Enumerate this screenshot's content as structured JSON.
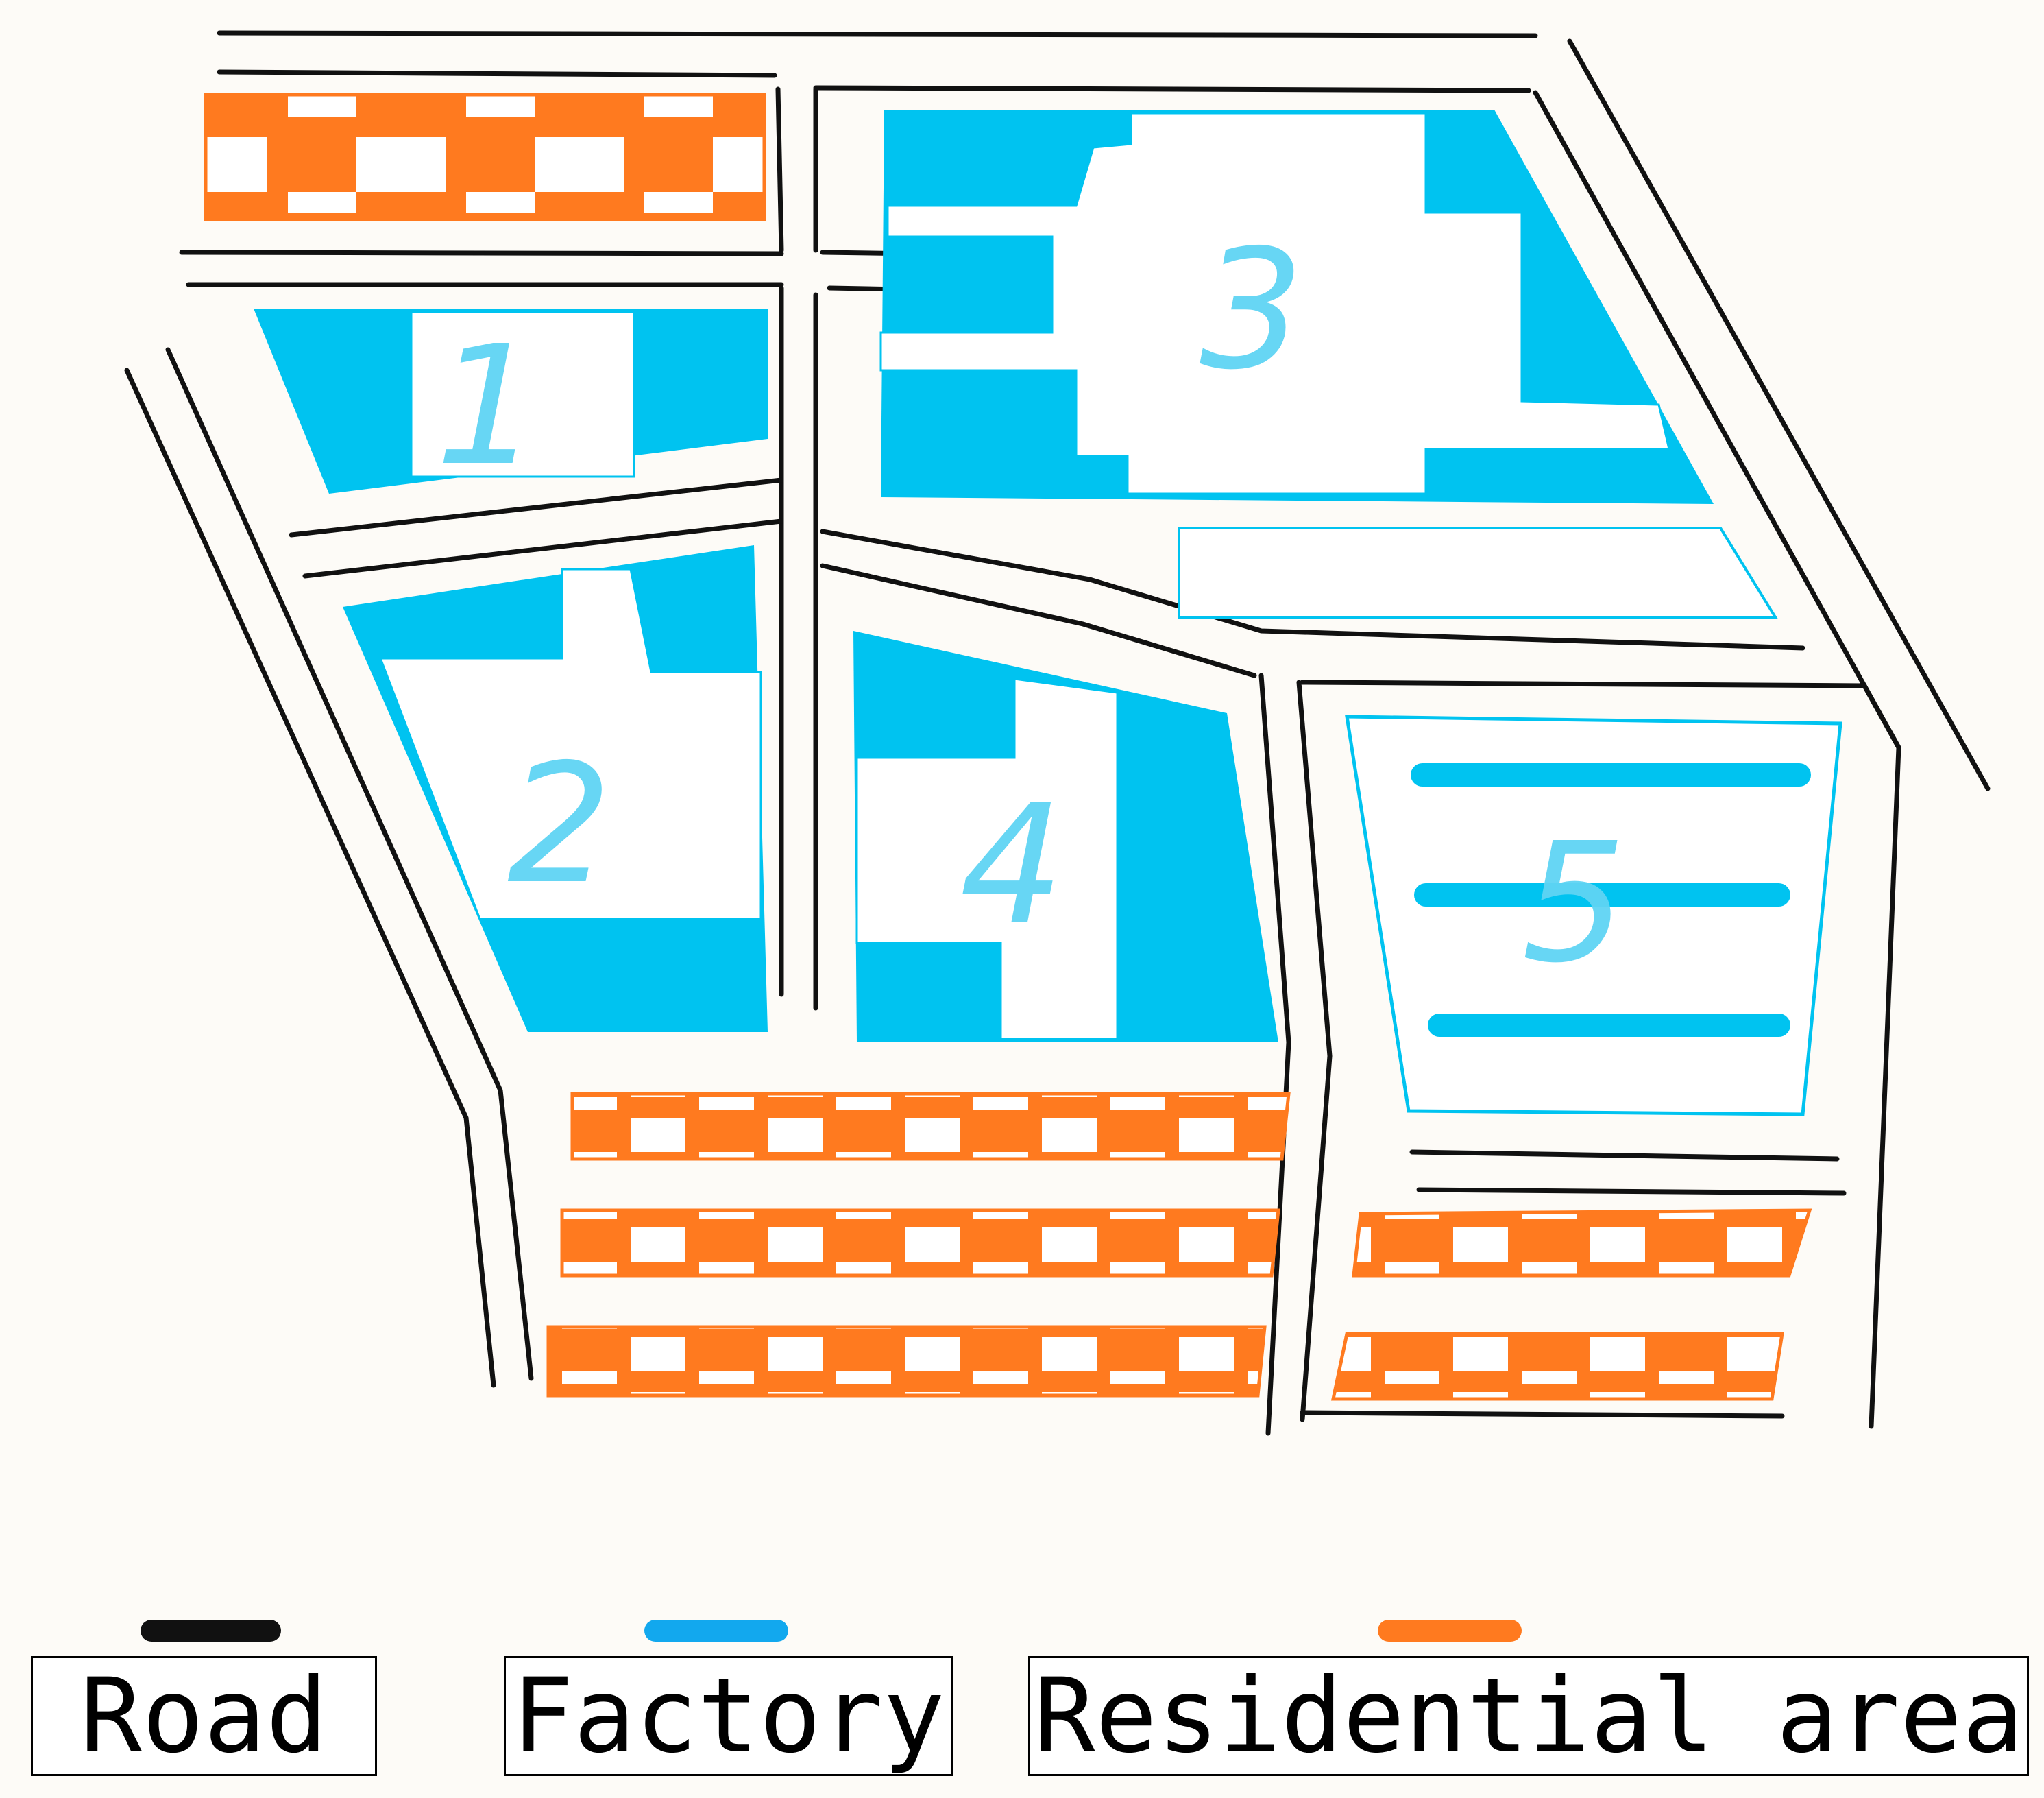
{
  "colors": {
    "road": "#000000",
    "factory": "#00c3f0",
    "residential": "#ff7a1f",
    "background": "#fdfbf7"
  },
  "blocks": [
    {
      "label": "1",
      "type": "factory"
    },
    {
      "label": "2",
      "type": "factory"
    },
    {
      "label": "3",
      "type": "factory"
    },
    {
      "label": "4",
      "type": "factory"
    },
    {
      "label": "5",
      "type": "factory"
    }
  ],
  "legend": {
    "road": "Road",
    "factory": "Factory",
    "residential": "Residential area"
  }
}
